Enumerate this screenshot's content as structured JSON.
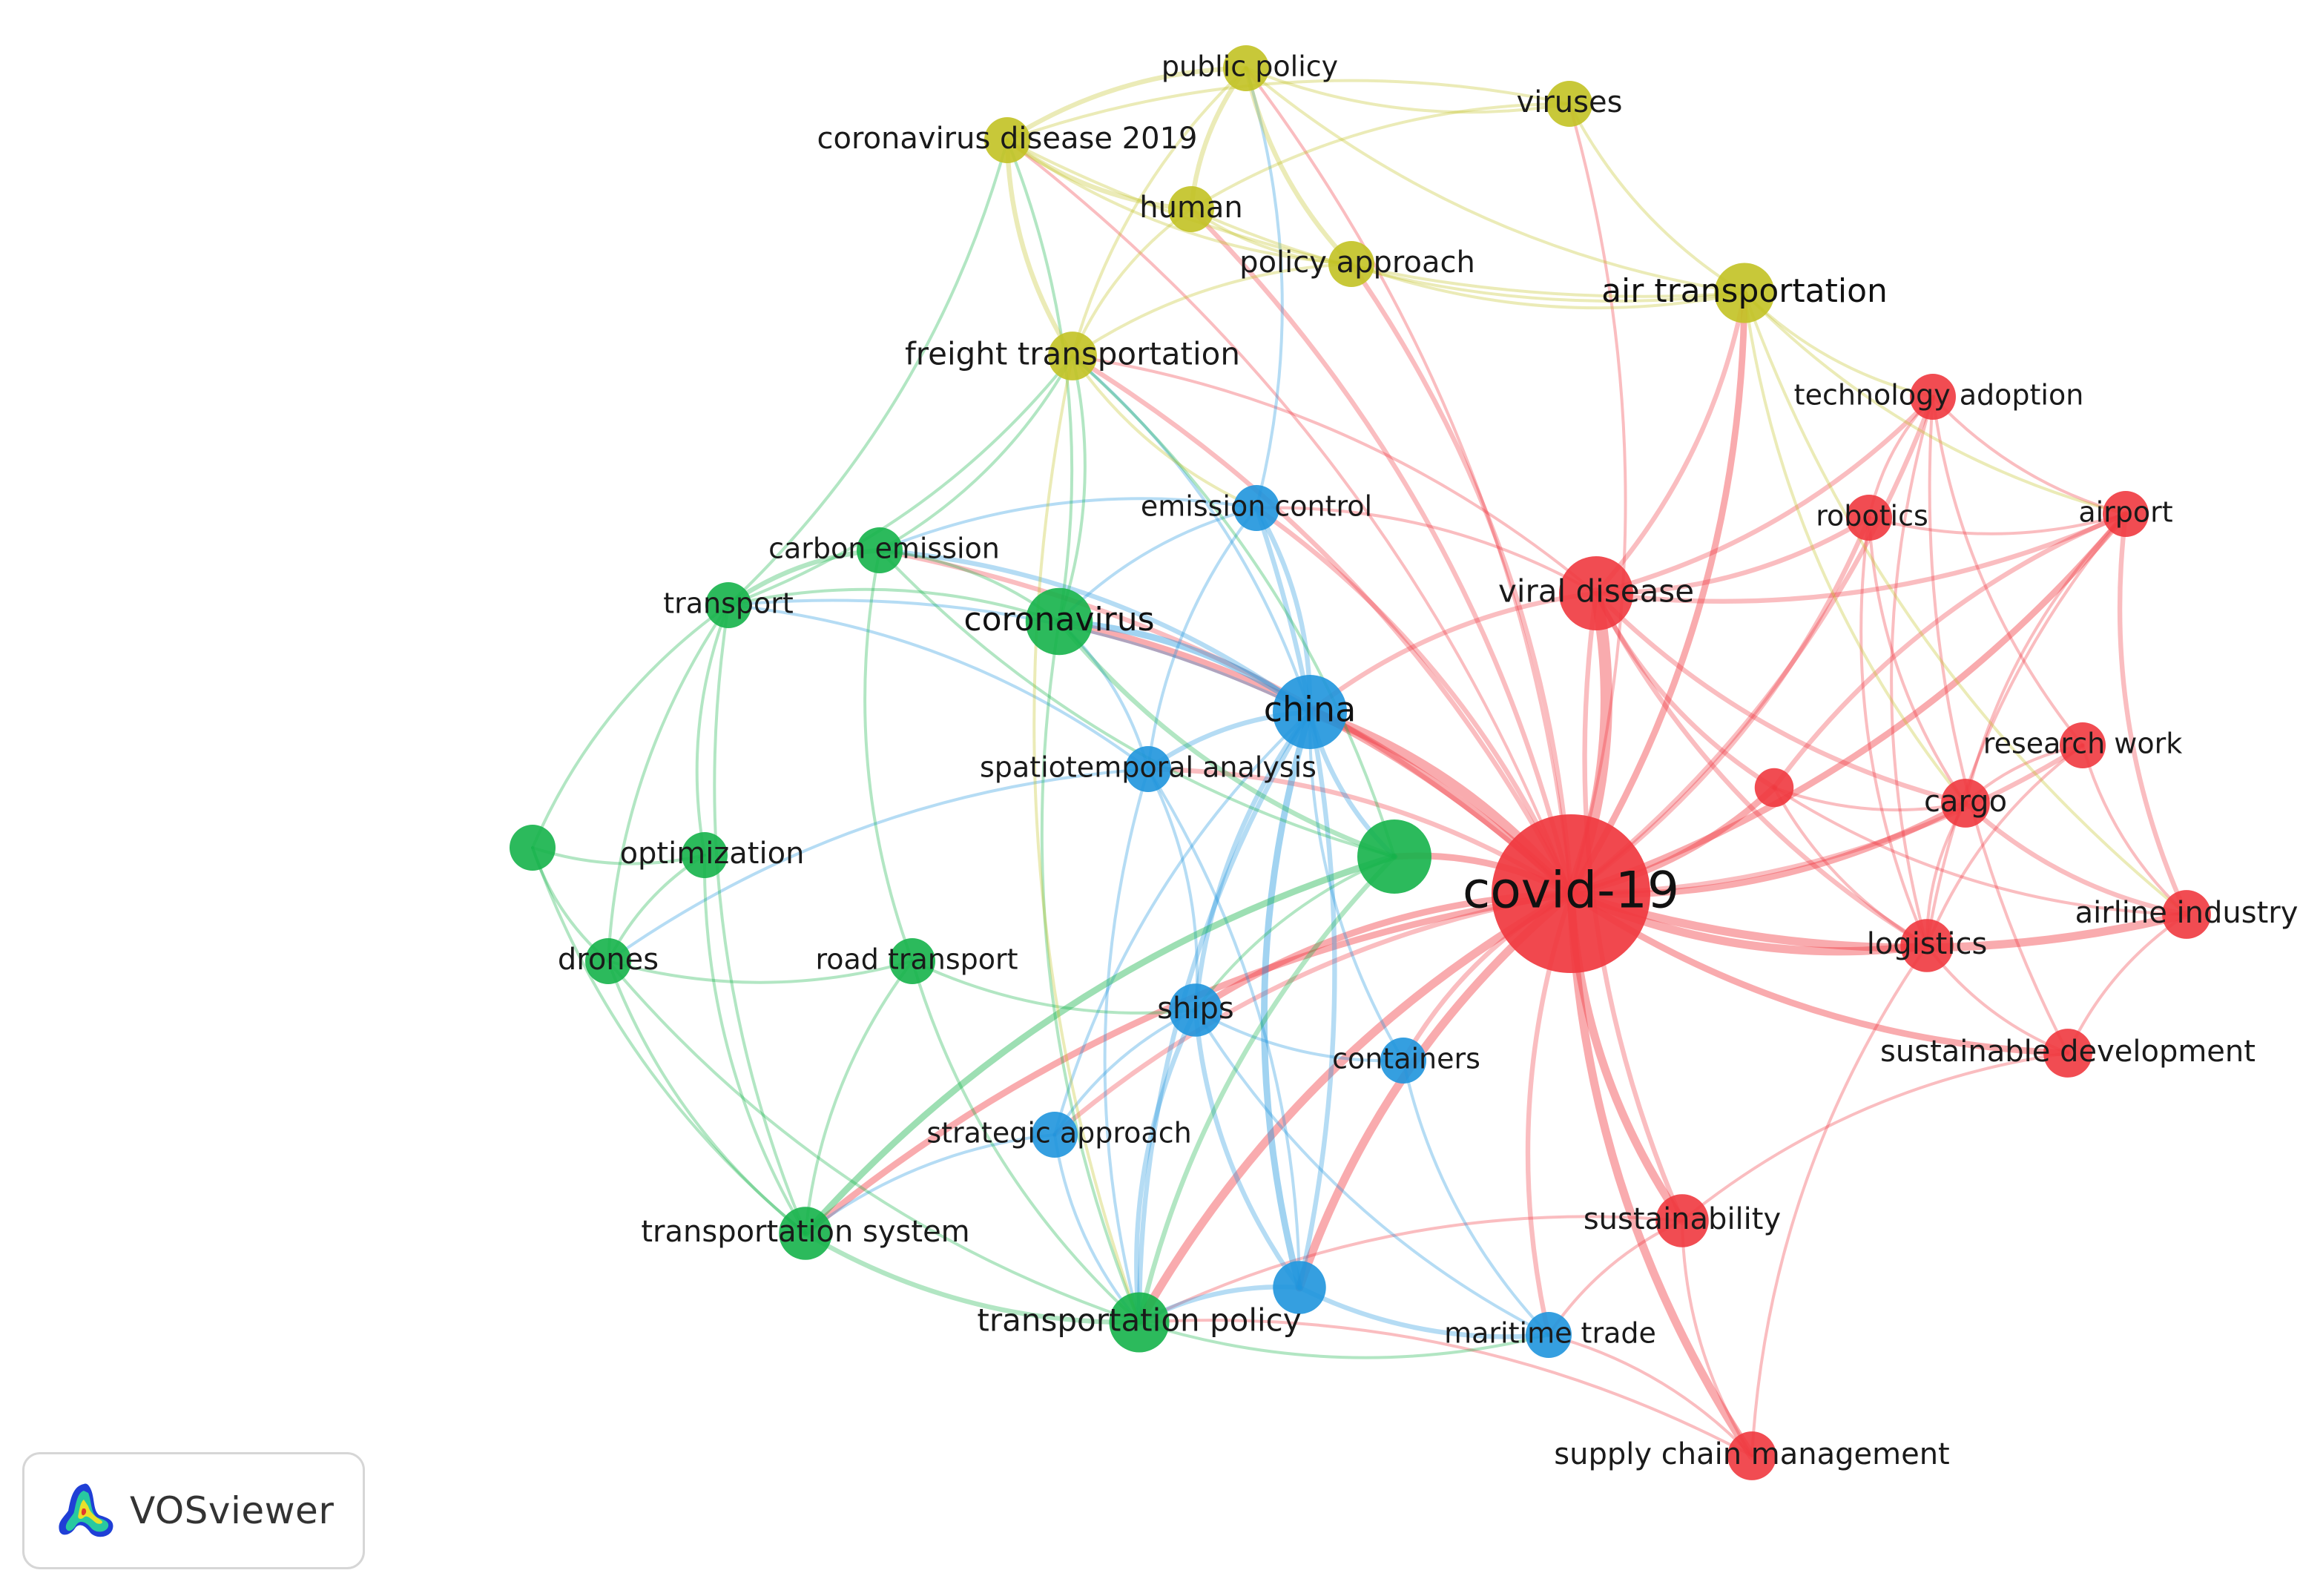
{
  "colors": {
    "red": "#f0383f",
    "green": "#15b24a",
    "blue": "#1f95dd",
    "yellow": "#c2c223"
  },
  "nodes": [
    {
      "id": "covid-19",
      "label": "covid-19",
      "cluster": "red",
      "weight": 10
    },
    {
      "id": "viral-disease",
      "label": "viral disease",
      "cluster": "red",
      "weight": 4
    },
    {
      "id": "technology-adoption",
      "label": "technology adoption",
      "cluster": "red",
      "weight": 2
    },
    {
      "id": "robotics",
      "label": "robotics",
      "cluster": "red",
      "weight": 2
    },
    {
      "id": "airport",
      "label": "airport",
      "cluster": "red",
      "weight": 2
    },
    {
      "id": "research-work",
      "label": "research work",
      "cluster": "red",
      "weight": 2
    },
    {
      "id": "unlabeled-red",
      "label": "",
      "cluster": "red",
      "weight": 1.5
    },
    {
      "id": "cargo",
      "label": "cargo",
      "cluster": "red",
      "weight": 2.2
    },
    {
      "id": "logistics",
      "label": "logistics",
      "cluster": "red",
      "weight": 2.5
    },
    {
      "id": "airline-industry",
      "label": "airline industry",
      "cluster": "red",
      "weight": 2.2
    },
    {
      "id": "sustainable-development",
      "label": "sustainable development",
      "cluster": "red",
      "weight": 2.2
    },
    {
      "id": "sustainability",
      "label": "sustainability",
      "cluster": "red",
      "weight": 2.5
    },
    {
      "id": "supply-chain-management",
      "label": "supply chain management",
      "cluster": "red",
      "weight": 2.2
    },
    {
      "id": "china",
      "label": "china",
      "cluster": "blue",
      "weight": 4
    },
    {
      "id": "emission-control",
      "label": "emission control",
      "cluster": "blue",
      "weight": 2
    },
    {
      "id": "spatiotemporal-analysis",
      "label": "spatiotemporal analysis",
      "cluster": "blue",
      "weight": 2
    },
    {
      "id": "ships",
      "label": "ships",
      "cluster": "blue",
      "weight": 2.5
    },
    {
      "id": "containers",
      "label": "containers",
      "cluster": "blue",
      "weight": 2
    },
    {
      "id": "strategic-approach",
      "label": "strategic approach",
      "cluster": "blue",
      "weight": 2
    },
    {
      "id": "unlabeled-blue",
      "label": "",
      "cluster": "blue",
      "weight": 2.5
    },
    {
      "id": "maritime-trade",
      "label": "maritime trade",
      "cluster": "blue",
      "weight": 2
    },
    {
      "id": "coronavirus",
      "label": "coronavirus",
      "cluster": "green",
      "weight": 3.5
    },
    {
      "id": "carbon-emission",
      "label": "carbon emission",
      "cluster": "green",
      "weight": 2
    },
    {
      "id": "transport",
      "label": "transport",
      "cluster": "green",
      "weight": 2
    },
    {
      "id": "unlabeled-green-large",
      "label": "",
      "cluster": "green",
      "weight": 4
    },
    {
      "id": "unlabeled-green-small",
      "label": "",
      "cluster": "green",
      "weight": 2
    },
    {
      "id": "optimization",
      "label": "optimization",
      "cluster": "green",
      "weight": 2
    },
    {
      "id": "drones",
      "label": "drones",
      "cluster": "green",
      "weight": 2
    },
    {
      "id": "road-transport",
      "label": "road transport",
      "cluster": "green",
      "weight": 2
    },
    {
      "id": "transportation-system",
      "label": "transportation system",
      "cluster": "green",
      "weight": 2.5
    },
    {
      "id": "transportation-policy",
      "label": "transportation policy",
      "cluster": "green",
      "weight": 3
    },
    {
      "id": "public-policy",
      "label": "public policy",
      "cluster": "yellow",
      "weight": 2
    },
    {
      "id": "viruses",
      "label": "viruses",
      "cluster": "yellow",
      "weight": 2
    },
    {
      "id": "coronavirus-disease-2019",
      "label": "coronavirus disease 2019",
      "cluster": "yellow",
      "weight": 2
    },
    {
      "id": "human",
      "label": "human",
      "cluster": "yellow",
      "weight": 2
    },
    {
      "id": "policy-approach",
      "label": "policy approach",
      "cluster": "yellow",
      "weight": 2
    },
    {
      "id": "air-transportation",
      "label": "air transportation",
      "cluster": "yellow",
      "weight": 3
    },
    {
      "id": "freight-transportation",
      "label": "freight transportation",
      "cluster": "yellow",
      "weight": 2.2
    }
  ],
  "links": [
    [
      "covid-19",
      "viral-disease",
      6
    ],
    [
      "covid-19",
      "china",
      5
    ],
    [
      "covid-19",
      "coronavirus",
      4
    ],
    [
      "covid-19",
      "logistics",
      4
    ],
    [
      "covid-19",
      "airline-industry",
      4
    ],
    [
      "covid-19",
      "sustainable-development",
      3
    ],
    [
      "covid-19",
      "sustainability",
      4
    ],
    [
      "covid-19",
      "supply-chain-management",
      4
    ],
    [
      "covid-19",
      "air-transportation",
      3
    ],
    [
      "covid-19",
      "cargo",
      3
    ],
    [
      "covid-19",
      "research-work",
      2
    ],
    [
      "covid-19",
      "airport",
      3
    ],
    [
      "covid-19",
      "robotics",
      2
    ],
    [
      "covid-19",
      "technology-adoption",
      2
    ],
    [
      "covid-19",
      "transportation-policy",
      4
    ],
    [
      "covid-19",
      "transportation-system",
      3
    ],
    [
      "covid-19",
      "ships",
      3
    ],
    [
      "covid-19",
      "unlabeled-blue",
      4
    ],
    [
      "covid-19",
      "unlabeled-green-large",
      3
    ],
    [
      "covid-19",
      "maritime-trade",
      2
    ],
    [
      "covid-19",
      "containers",
      2
    ],
    [
      "covid-19",
      "spatiotemporal-analysis",
      2
    ],
    [
      "covid-19",
      "emission-control",
      2
    ],
    [
      "covid-19",
      "freight-transportation",
      2
    ],
    [
      "covid-19",
      "policy-approach",
      2
    ],
    [
      "covid-19",
      "human",
      2
    ],
    [
      "covid-19",
      "unlabeled-red",
      3
    ],
    [
      "covid-19",
      "strategic-approach",
      2
    ],
    [
      "covid-19",
      "carbon-emission",
      2
    ],
    [
      "covid-19",
      "coronavirus-disease-2019",
      1
    ],
    [
      "covid-19",
      "public-policy",
      1
    ],
    [
      "covid-19",
      "viruses",
      1
    ],
    [
      "viral-disease",
      "technology-adoption",
      2
    ],
    [
      "viral-disease",
      "robotics",
      2
    ],
    [
      "viral-disease",
      "airport",
      2
    ],
    [
      "viral-disease",
      "china",
      2
    ],
    [
      "viral-disease",
      "air-transportation",
      2
    ],
    [
      "viral-disease",
      "logistics",
      2
    ],
    [
      "viral-disease",
      "cargo",
      2
    ],
    [
      "viral-disease",
      "sustainability",
      2
    ],
    [
      "viral-disease",
      "unlabeled-red",
      2
    ],
    [
      "viral-disease",
      "emission-control",
      1
    ],
    [
      "viral-disease",
      "freight-transportation",
      1
    ],
    [
      "technology-adoption",
      "robotics",
      1
    ],
    [
      "technology-adoption",
      "airport",
      1
    ],
    [
      "technology-adoption",
      "logistics",
      1
    ],
    [
      "technology-adoption",
      "research-work",
      1
    ],
    [
      "technology-adoption",
      "sustainable-development",
      1
    ],
    [
      "robotics",
      "airport",
      1
    ],
    [
      "robotics",
      "logistics",
      1
    ],
    [
      "robotics",
      "cargo",
      1
    ],
    [
      "airport",
      "airline-industry",
      2
    ],
    [
      "airport",
      "cargo",
      1
    ],
    [
      "airport",
      "unlabeled-red",
      2
    ],
    [
      "airport",
      "logistics",
      1
    ],
    [
      "research-work",
      "cargo",
      1
    ],
    [
      "research-work",
      "logistics",
      1
    ],
    [
      "research-work",
      "airline-industry",
      1
    ],
    [
      "unlabeled-red",
      "cargo",
      1
    ],
    [
      "unlabeled-red",
      "logistics",
      1
    ],
    [
      "unlabeled-red",
      "airline-industry",
      1
    ],
    [
      "cargo",
      "airline-industry",
      2
    ],
    [
      "cargo",
      "logistics",
      1
    ],
    [
      "logistics",
      "sustainable-development",
      1
    ],
    [
      "logistics",
      "supply-chain-management",
      1
    ],
    [
      "airline-industry",
      "sustainable-development",
      1
    ],
    [
      "sustainable-development",
      "sustainability",
      1
    ],
    [
      "sustainability",
      "supply-chain-management",
      1
    ],
    [
      "sustainability",
      "maritime-trade",
      1
    ],
    [
      "sustainability",
      "transportation-policy",
      1
    ],
    [
      "supply-chain-management",
      "maritime-trade",
      1
    ],
    [
      "supply-chain-management",
      "transportation-policy",
      1
    ],
    [
      "china",
      "coronavirus",
      3
    ],
    [
      "china",
      "spatiotemporal-analysis",
      2
    ],
    [
      "china",
      "emission-control",
      2
    ],
    [
      "china",
      "ships",
      2
    ],
    [
      "china",
      "unlabeled-blue",
      3
    ],
    [
      "china",
      "unlabeled-green-large",
      2
    ],
    [
      "china",
      "transportation-policy",
      2
    ],
    [
      "china",
      "containers",
      1
    ],
    [
      "china",
      "strategic-approach",
      1
    ],
    [
      "china",
      "freight-transportation",
      1
    ],
    [
      "china",
      "carbon-emission",
      2
    ],
    [
      "china",
      "transport",
      1
    ],
    [
      "ships",
      "unlabeled-blue",
      2
    ],
    [
      "ships",
      "containers",
      1
    ],
    [
      "ships",
      "strategic-approach",
      1
    ],
    [
      "ships",
      "maritime-trade",
      1
    ],
    [
      "ships",
      "transportation-policy",
      2
    ],
    [
      "ships",
      "spatiotemporal-analysis",
      1
    ],
    [
      "unlabeled-blue",
      "maritime-trade",
      2
    ],
    [
      "unlabeled-blue",
      "transportation-policy",
      2
    ],
    [
      "unlabeled-blue",
      "spatiotemporal-analysis",
      1
    ],
    [
      "unlabeled-blue",
      "emission-control",
      2
    ],
    [
      "emission-control",
      "spatiotemporal-analysis",
      1
    ],
    [
      "emission-control",
      "coronavirus",
      1
    ],
    [
      "emission-control",
      "carbon-emission",
      1
    ],
    [
      "emission-control",
      "public-policy",
      1
    ],
    [
      "spatiotemporal-analysis",
      "coronavirus",
      1
    ],
    [
      "spatiotemporal-analysis",
      "transportation-policy",
      1
    ],
    [
      "spatiotemporal-analysis",
      "transport",
      1
    ],
    [
      "spatiotemporal-analysis",
      "drones",
      1
    ],
    [
      "strategic-approach",
      "transportation-policy",
      1
    ],
    [
      "strategic-approach",
      "transportation-system",
      1
    ],
    [
      "containers",
      "maritime-trade",
      1
    ],
    [
      "coronavirus",
      "carbon-emission",
      1
    ],
    [
      "coronavirus",
      "transport",
      1
    ],
    [
      "coronavirus",
      "unlabeled-green-large",
      2
    ],
    [
      "coronavirus",
      "freight-transportation",
      1
    ],
    [
      "coronavirus",
      "coronavirus-disease-2019",
      1
    ],
    [
      "coronavirus",
      "transportation-policy",
      1
    ],
    [
      "carbon-emission",
      "transport",
      2
    ],
    [
      "carbon-emission",
      "freight-transportation",
      1
    ],
    [
      "carbon-emission",
      "road-transport",
      1
    ],
    [
      "carbon-emission",
      "unlabeled-green-large",
      1
    ],
    [
      "transport",
      "optimization",
      1
    ],
    [
      "transport",
      "drones",
      1
    ],
    [
      "transport",
      "unlabeled-green-small",
      1
    ],
    [
      "transport",
      "transportation-system",
      1
    ],
    [
      "transport",
      "freight-transportation",
      1
    ],
    [
      "transport",
      "coronavirus-disease-2019",
      1
    ],
    [
      "unlabeled-green-small",
      "optimization",
      1
    ],
    [
      "unlabeled-green-small",
      "drones",
      1
    ],
    [
      "unlabeled-green-small",
      "transportation-system",
      1
    ],
    [
      "optimization",
      "drones",
      1
    ],
    [
      "optimization",
      "transportation-system",
      1
    ],
    [
      "drones",
      "road-transport",
      1
    ],
    [
      "drones",
      "transportation-system",
      1
    ],
    [
      "drones",
      "transportation-policy",
      1
    ],
    [
      "road-transport",
      "transportation-system",
      1
    ],
    [
      "road-transport",
      "transportation-policy",
      1
    ],
    [
      "road-transport",
      "ships",
      1
    ],
    [
      "unlabeled-green-large",
      "transportation-system",
      3
    ],
    [
      "unlabeled-green-large",
      "transportation-policy",
      2
    ],
    [
      "unlabeled-green-large",
      "ships",
      1
    ],
    [
      "unlabeled-green-large",
      "freight-transportation",
      1
    ],
    [
      "transportation-system",
      "transportation-policy",
      2
    ],
    [
      "transportation-policy",
      "maritime-trade",
      1
    ],
    [
      "public-policy",
      "coronavirus-disease-2019",
      2
    ],
    [
      "public-policy",
      "human",
      2
    ],
    [
      "public-policy",
      "policy-approach",
      2
    ],
    [
      "public-policy",
      "air-transportation",
      1
    ],
    [
      "public-policy",
      "viruses",
      1
    ],
    [
      "public-policy",
      "freight-transportation",
      1
    ],
    [
      "viruses",
      "air-transportation",
      1
    ],
    [
      "viruses",
      "coronavirus-disease-2019",
      1
    ],
    [
      "viruses",
      "human",
      1
    ],
    [
      "coronavirus-disease-2019",
      "human",
      2
    ],
    [
      "coronavirus-disease-2019",
      "freight-transportation",
      2
    ],
    [
      "coronavirus-disease-2019",
      "policy-approach",
      1
    ],
    [
      "coronavirus-disease-2019",
      "air-transportation",
      1
    ],
    [
      "human",
      "policy-approach",
      1
    ],
    [
      "human",
      "freight-transportation",
      1
    ],
    [
      "human",
      "air-transportation",
      1
    ],
    [
      "policy-approach",
      "air-transportation",
      1
    ],
    [
      "policy-approach",
      "freight-transportation",
      1
    ],
    [
      "air-transportation",
      "technology-adoption",
      1
    ],
    [
      "air-transportation",
      "airport",
      1
    ],
    [
      "air-transportation",
      "cargo",
      1
    ],
    [
      "air-transportation",
      "airline-industry",
      1
    ],
    [
      "freight-transportation",
      "emission-control",
      1
    ],
    [
      "freight-transportation",
      "transportation-policy",
      1
    ]
  ],
  "brand": {
    "name": "VOSviewer"
  }
}
